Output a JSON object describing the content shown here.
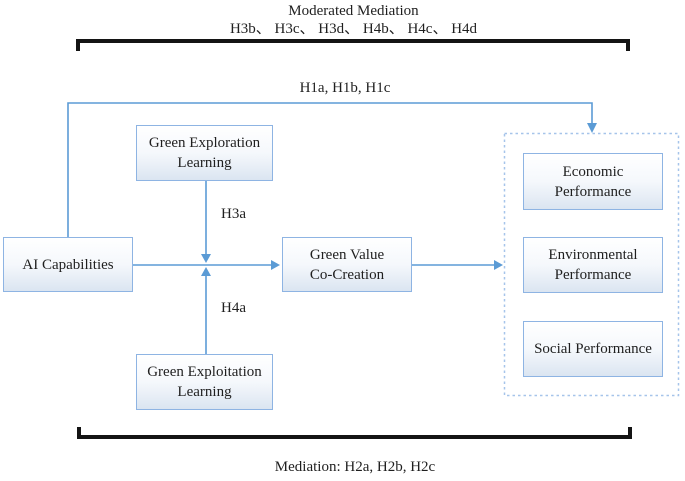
{
  "diagram": {
    "top_caption": {
      "title": "Moderated Mediation",
      "hypotheses": "H3b、 H3c、 H3d、 H4b、 H4c、 H4d"
    },
    "bottom_caption": {
      "mediation": "Mediation: H2a, H2b, H2c"
    },
    "path_labels": {
      "direct_effect": "H1a, H1b, H1c",
      "h3a": "H3a",
      "h4a": "H4a"
    },
    "nodes": {
      "ai": {
        "label": "AI Capabilities"
      },
      "exploration": {
        "line1": "Green Exploration",
        "line2": "Learning"
      },
      "exploitation": {
        "line1": "Green Exploitation",
        "line2": "Learning"
      },
      "gvcc": {
        "line1": "Green Value",
        "line2": "Co-Creation"
      },
      "economic": {
        "line1": "Economic",
        "line2": "Performance"
      },
      "environmental": {
        "line1": "Environmental",
        "line2": "Performance"
      },
      "social": {
        "label": "Social Performance"
      }
    },
    "colors": {
      "connector_blue": "#5b9bd5",
      "node_border": "#8eb4e3",
      "node_fill_bottom": "#dbe5f1",
      "dashed_container_border": "#a6c4ea",
      "bracket_black": "#141414",
      "text": "#1f1f1f"
    }
  }
}
